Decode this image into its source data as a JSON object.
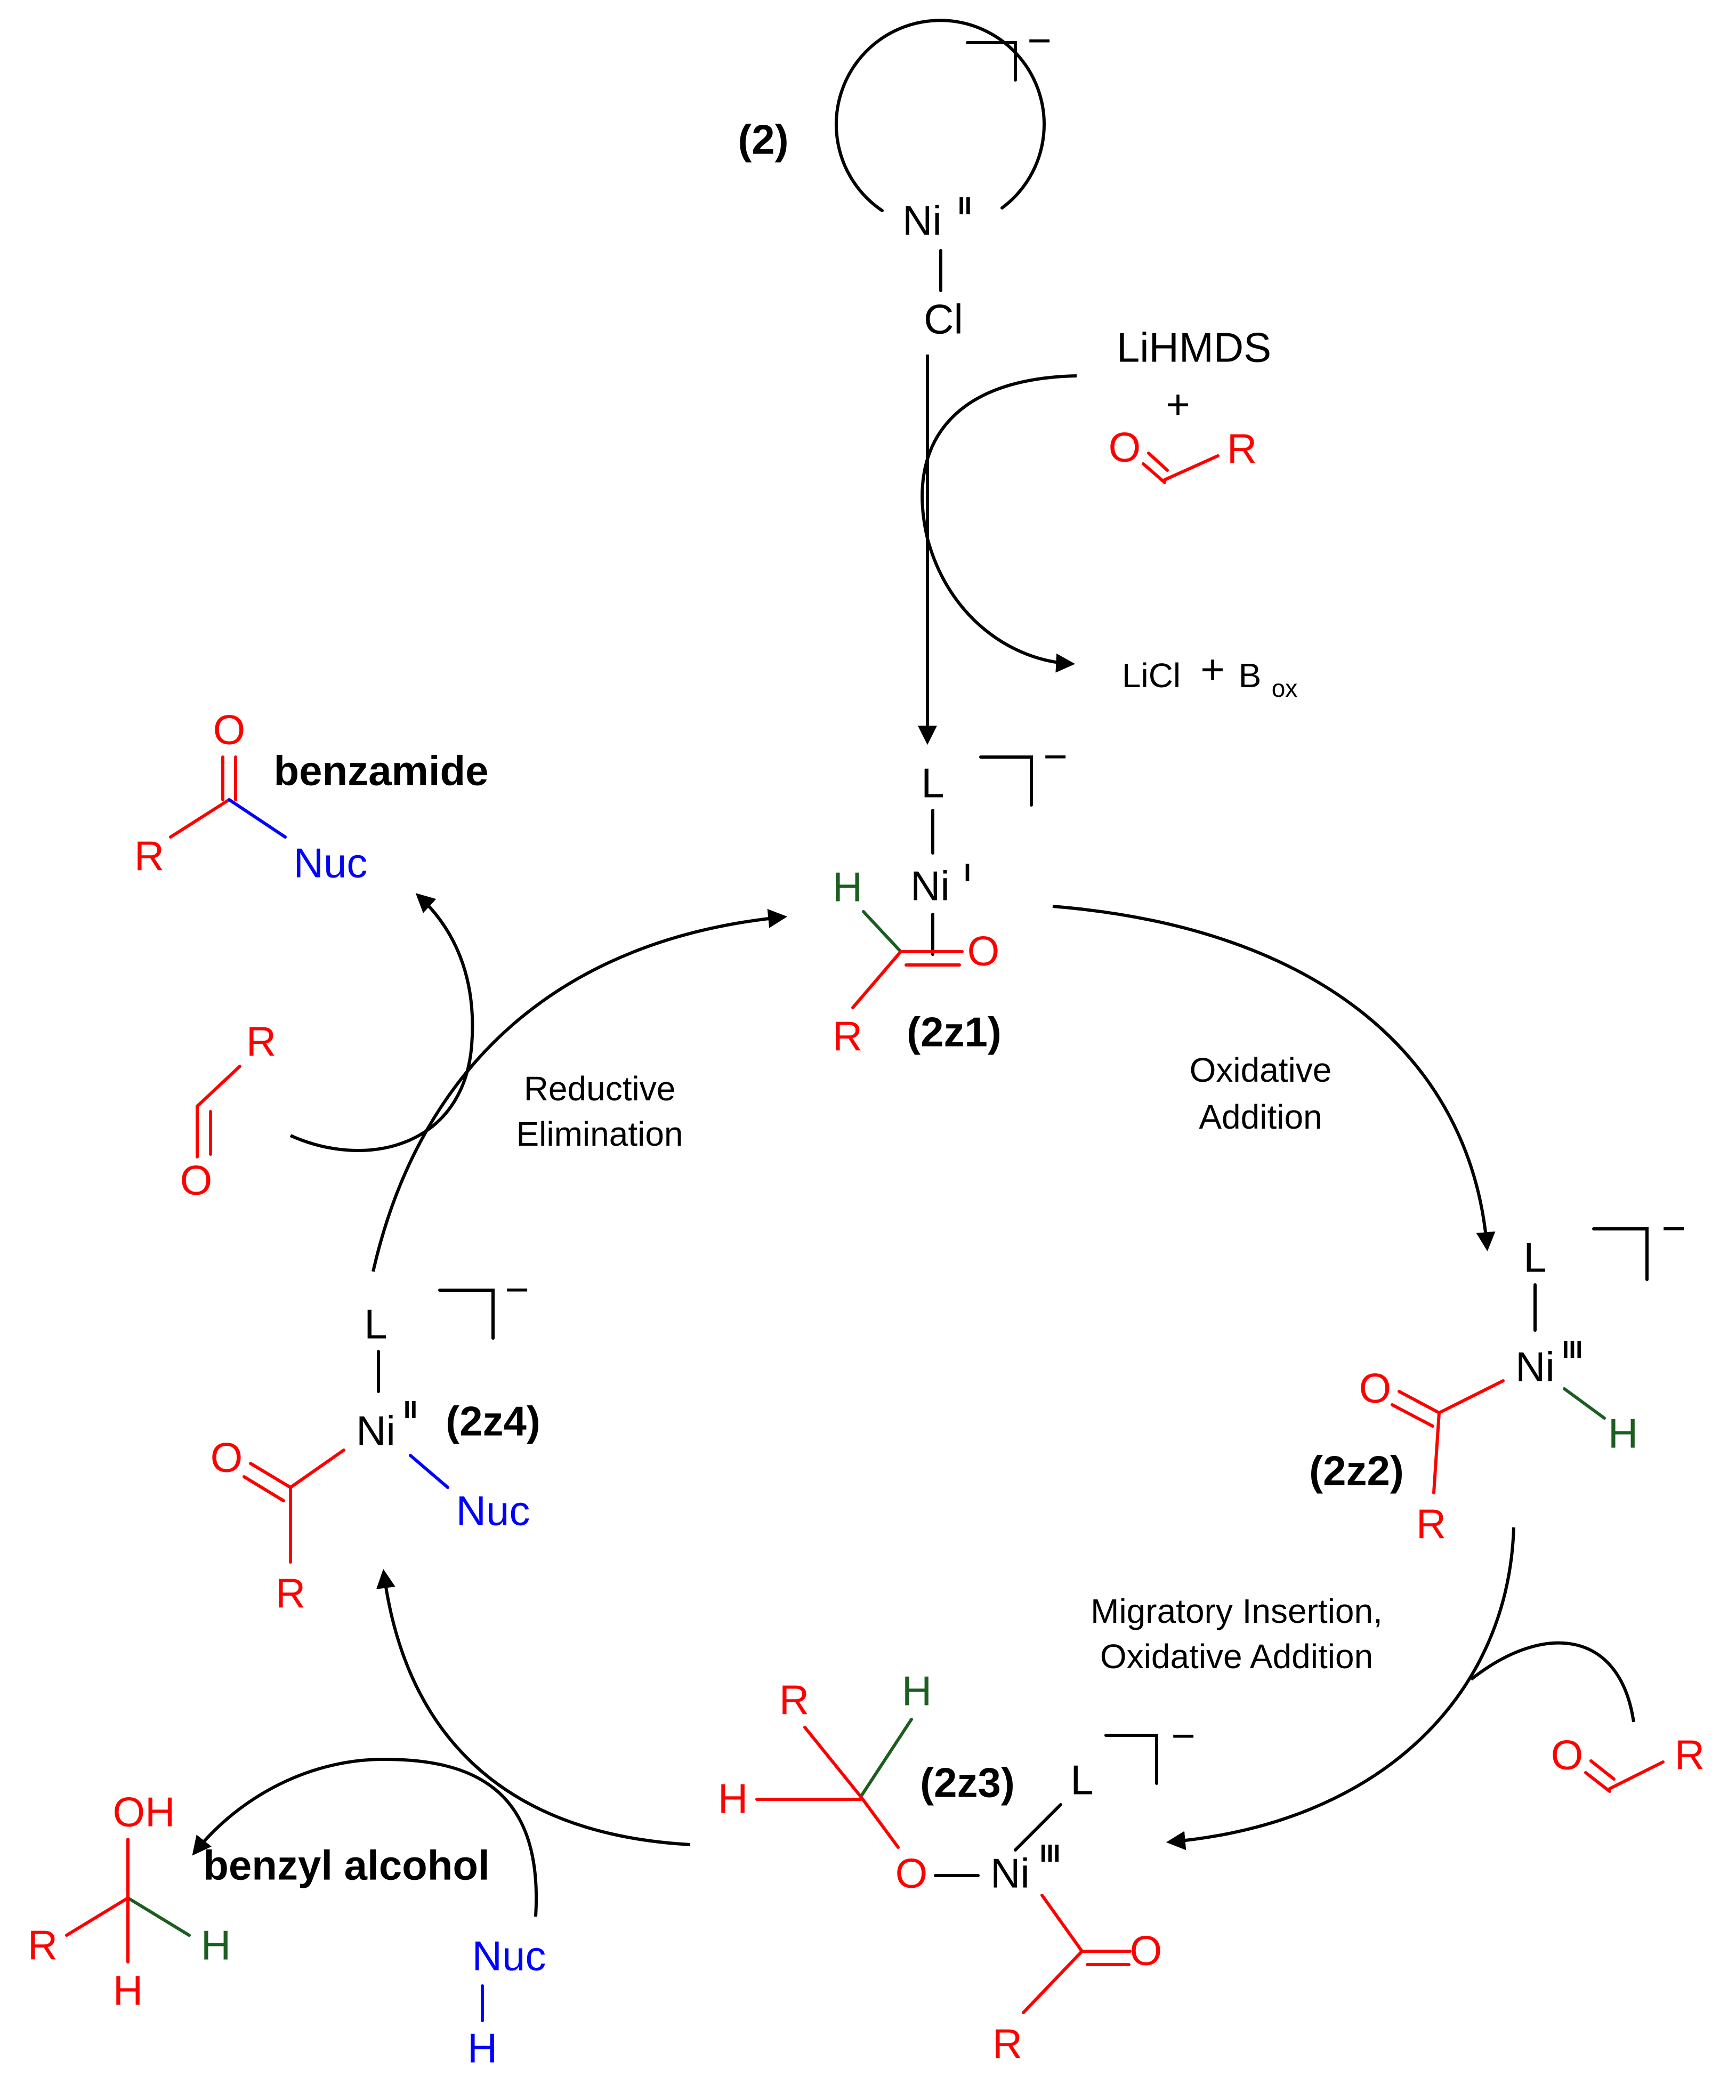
{
  "colors": {
    "black": "#000000",
    "red": "#ff0000",
    "green": "#1b5e20",
    "blue": "#0000ff"
  },
  "atoms": {
    "ni": "Ni",
    "cl": "Cl",
    "l": "L",
    "h": "H",
    "o": "O",
    "r": "R",
    "oh": "OH",
    "nuc": "Nuc",
    "charge": "−",
    "plus": "+"
  },
  "oxidation_states": {
    "i": "I",
    "ii": "II",
    "iii": "III"
  },
  "compounds": {
    "c2": "(2)",
    "z1": "(2z1)",
    "z2": "(2z2)",
    "z3": "(2z3)",
    "z4": "(2z4)",
    "benzamide": "benzamide",
    "benzyl_alcohol": "benzyl alcohol"
  },
  "reagents": {
    "lihmds": "LiHMDS",
    "licl": "LiCl",
    "b": "B",
    "ox": "ox"
  },
  "steps": {
    "oxidative_addition": [
      "Oxidative",
      "Addition"
    ],
    "migratory_insertion": [
      "Migratory Insertion,",
      "Oxidative Addition"
    ],
    "reductive_elimination": [
      "Reductive",
      "Elimination"
    ]
  }
}
